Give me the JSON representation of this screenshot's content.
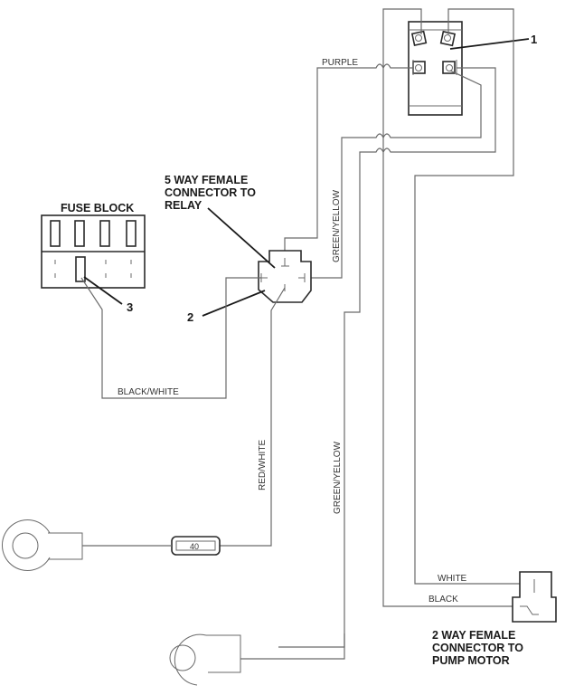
{
  "diagram": {
    "components": {
      "relay": {
        "callout": "1"
      },
      "five_way_connector": {
        "title_lines": [
          "5 WAY FEMALE",
          "CONNECTOR TO",
          "RELAY"
        ],
        "callout": "2"
      },
      "fuse_block": {
        "title": "FUSE BLOCK",
        "callout": "3"
      },
      "inline_fuse": {
        "rating": "40"
      },
      "two_way_connector": {
        "title_lines": [
          "2 WAY FEMALE",
          "CONNECTOR TO",
          "PUMP MOTOR"
        ]
      }
    },
    "wires": {
      "purple": "PURPLE",
      "green_yellow_upper": "GREEN/YELLOW",
      "green_yellow_lower": "GREEN/YELLOW",
      "black_white": "BLACK/WHITE",
      "red_white": "RED/WHITE",
      "white": "WHITE",
      "black": "BLACK"
    }
  }
}
